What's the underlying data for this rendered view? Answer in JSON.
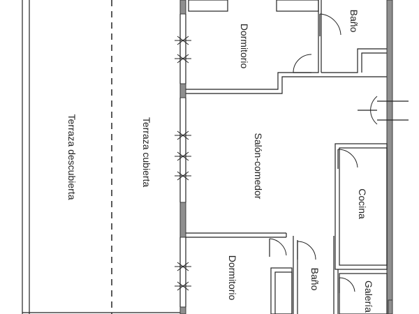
{
  "floorplan": {
    "rooms": {
      "terraza_descubierta": "Terraza descubierta",
      "terraza_cubierta": "Terraza cubierta",
      "dormitorio_top": "Dormitorio",
      "salon": "Salón-comedor",
      "dormitorio_bottom": "Dormitorio",
      "bano_top": "Baño",
      "cocina": "Cocina",
      "bano_bottom": "Baño",
      "galeria": "Galería"
    },
    "colors": {
      "wall_fill": "#8f8f8f",
      "line": "#222222",
      "background": "#ffffff"
    }
  }
}
